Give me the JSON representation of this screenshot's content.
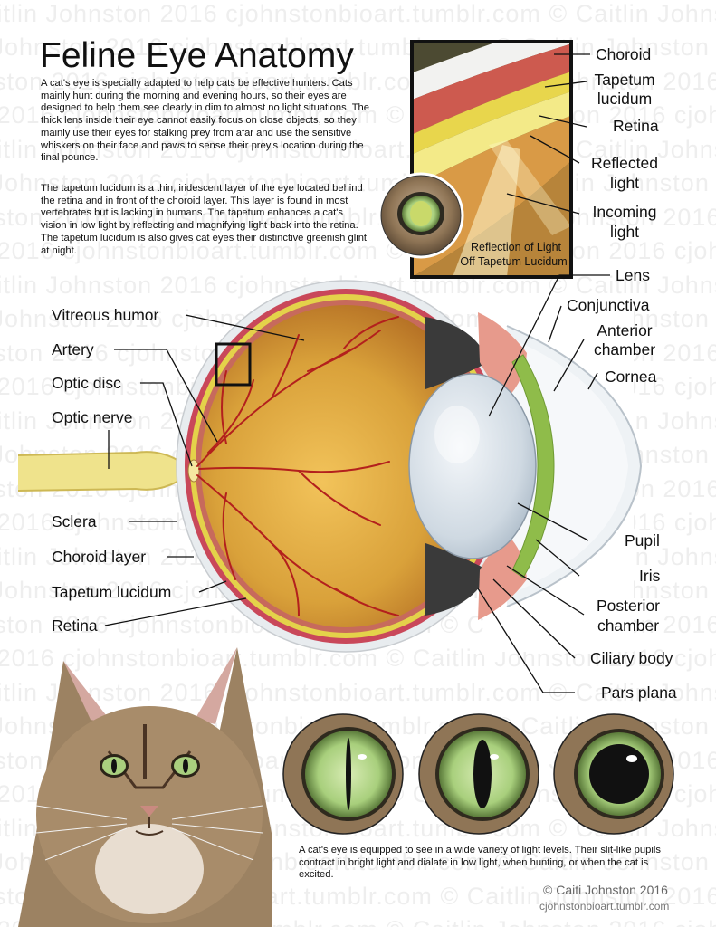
{
  "watermark": "Caitlin Johnston  2016  cjohnstonbioart.tumblr.com  ©  Caitlin Johnston  2016  cjohnstonbioart.tumblr.com  ©",
  "title": "Feline Eye Anatomy",
  "paragraph1": "A cat's eye is specially adapted to help cats be effective hunters. Cats mainly hunt during the morning and evening hours, so their eyes are designed to help them see clearly in dim to almost no light situations. The thick lens inside their eye cannot easily focus on close objects, so they mainly use their eyes for stalking prey from afar and use the sensitive whiskers on their face and paws to sense their prey's location during the final pounce.",
  "paragraph2": "The tapetum lucidum is a thin, iridescent layer of the eye located behind the retina and in front of the choroid layer. This layer is found in most vertebrates but is lacking in humans. The tapetum enhances a cat's vision in low light by reflecting and magnifying light back into the retina. The tapetum lucidum is also gives cat eyes their distinctive greenish glint at night.",
  "inset": {
    "labels": {
      "choroid": "Choroid",
      "tapetum_line1": "Tapetum",
      "tapetum_line2": "lucidum",
      "retina": "Retina",
      "reflected_line1": "Reflected",
      "reflected_line2": "light",
      "incoming_line1": "Incoming",
      "incoming_line2": "light"
    },
    "caption_line1": "Reflection of Light",
    "caption_line2": "Off Tapetum Lucidum"
  },
  "eye_labels": {
    "vitreous_humor": "Vitreous humor",
    "artery": "Artery",
    "optic_disc": "Optic disc",
    "optic_nerve": "Optic nerve",
    "sclera": "Sclera",
    "choroid_layer": "Choroid layer",
    "tapetum_lucidum": "Tapetum lucidum",
    "retina": "Retina",
    "lens": "Lens",
    "conjunctiva": "Conjunctiva",
    "anterior_line1": "Anterior",
    "anterior_line2": "chamber",
    "cornea": "Cornea",
    "pupil": "Pupil",
    "iris": "Iris",
    "posterior_line1": "Posterior",
    "posterior_line2": "chamber",
    "ciliary_body": "Ciliary body",
    "pars_plana": "Pars plana"
  },
  "bottom_caption": "A cat's eye is equipped to see in a wide variety of light levels. Their slit-like pupils contract in bright light and dialate in low light, when hunting, or when the cat is excited.",
  "credit_line1": "© Caiti Johnston 2016",
  "credit_line2": "cjohnstonbioart.tumblr.com",
  "colors": {
    "sclera": "#e9eef2",
    "choroid": "#c9485a",
    "tapetum": "#e4d24a",
    "vitreous": "#d6a23a",
    "vessel": "#b3201d",
    "iris": "#8fbc4a",
    "lens": "#d8e2ea",
    "cat_eye": "#a9cf7e"
  }
}
